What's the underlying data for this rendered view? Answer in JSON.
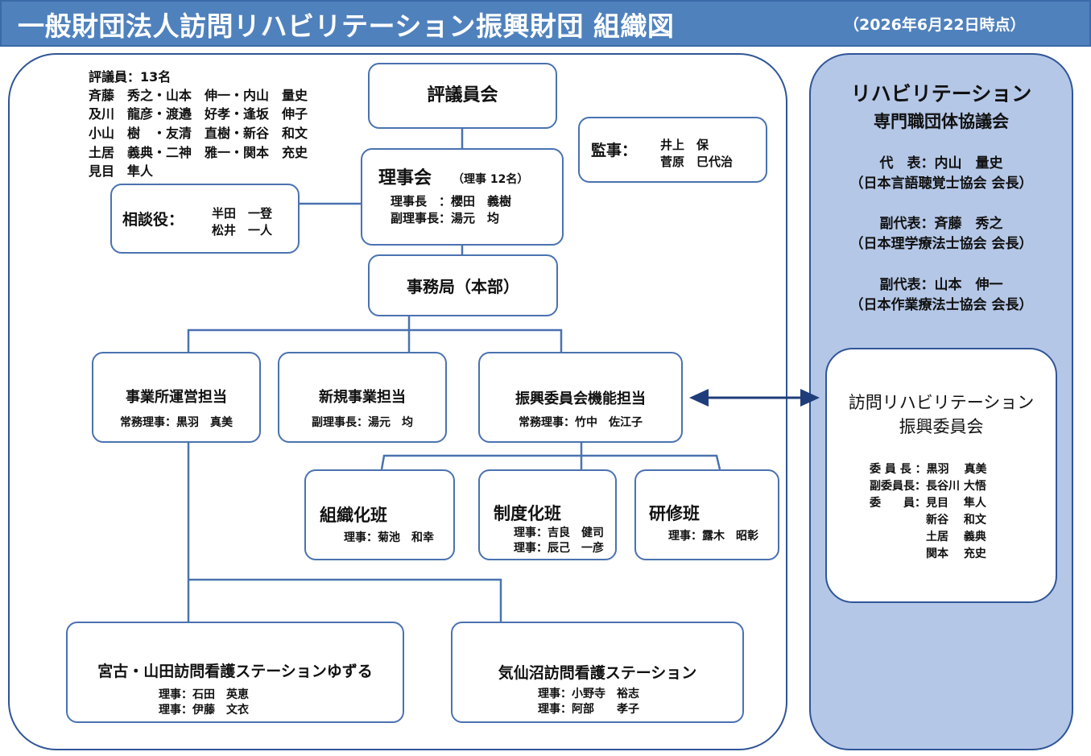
{
  "title": "一般財団法人訪問リハビリテーション振興財団 組織図",
  "date": "（2026年6月22日時点）",
  "councilors": {
    "header": "評議員：13名",
    "lines": [
      "斉藤　秀之・山本　伸一・内山　量史",
      "及川　龍彦・渡邉　好孝・逢坂　伸子",
      "小山　樹　・友清　直樹・新谷　和文",
      "土居　義典・二神　雅一・関本　充史",
      "見目　隼人"
    ]
  },
  "council": "評議員会",
  "auditor": {
    "label": "監事：",
    "names": [
      "井上　保",
      "菅原　巳代治"
    ]
  },
  "advisor": {
    "label": "相談役：",
    "names": [
      "半田　一登",
      "松井　一人"
    ]
  },
  "board": {
    "title": "理事会",
    "count": "（理事 12名）",
    "chair": "理事長　：櫻田　義樹",
    "vice": "副理事長：湯元　均"
  },
  "secretariat": "事務局（本部）",
  "office_ops": {
    "title": "事業所運営担当",
    "person": "常務理事：黒羽　真美"
  },
  "new_biz": {
    "title": "新規事業担当",
    "person": "副理事長：湯元　均"
  },
  "promo_func": {
    "title": "振興委員会機能担当",
    "person": "常務理事：竹中　佐江子"
  },
  "org_team": {
    "title": "組織化班",
    "person": "理事：菊池　和幸"
  },
  "system_team": {
    "title": "制度化班",
    "persons": [
      "理事：吉良　健司",
      "理事：辰己　一彦"
    ]
  },
  "training_team": {
    "title": "研修班",
    "person": "理事：露木　昭彰"
  },
  "station1": {
    "title": "宮古・山田訪問看護ステーションゆずる",
    "persons": [
      "理事：石田　英恵",
      "理事：伊藤　文衣"
    ]
  },
  "station2": {
    "title": "気仙沼訪問看護ステーション",
    "persons": [
      "理事：小野寺　裕志",
      "理事：阿部　　孝子"
    ]
  },
  "side": {
    "title1": "リハビリテーション",
    "title2": "専門職団体協議会",
    "rep": "代　表：内山　量史",
    "rep_org": "（日本言語聴覚士協会 会長）",
    "vice1": "副代表：斉藤　秀之",
    "vice1_org": "（日本理学療法士協会 会長）",
    "vice2": "副代表：山本　伸一",
    "vice2_org": "（日本作業療法士協会 会長）"
  },
  "committee": {
    "title1": "訪問リハビリテーション",
    "title2": "振興委員会",
    "members": [
      "委 員 長 ：黒羽　 真美",
      "副委員長：長谷川 大悟",
      "委　　員：見目　 隼人",
      "　　　　　新谷　 和文",
      "　　　　　土居　 義典",
      "　　　　　関本　 充史"
    ]
  },
  "colors": {
    "title_bg": "#4f81bd",
    "side_bg": "#b4c7e7",
    "border": "#4a72b0",
    "arrow": "#1f3d7a"
  }
}
